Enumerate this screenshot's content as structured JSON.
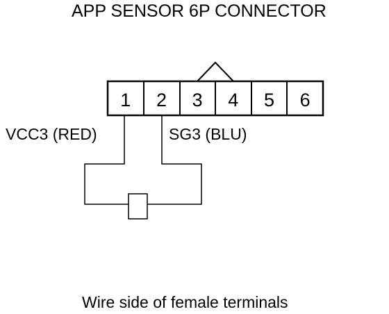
{
  "title": "APP SENSOR 6P CONNECTOR",
  "caption": "Wire side of female terminals",
  "connector": {
    "pins": [
      "1",
      "2",
      "3",
      "4",
      "5",
      "6"
    ]
  },
  "wires": {
    "vcc": "VCC3 (RED)",
    "sg": "SG3 (BLU)"
  },
  "colors": {
    "line": "#000000",
    "background": "#ffffff"
  },
  "icons": {
    "sensor": "sensor-box",
    "key": "connector-locking-tab"
  }
}
